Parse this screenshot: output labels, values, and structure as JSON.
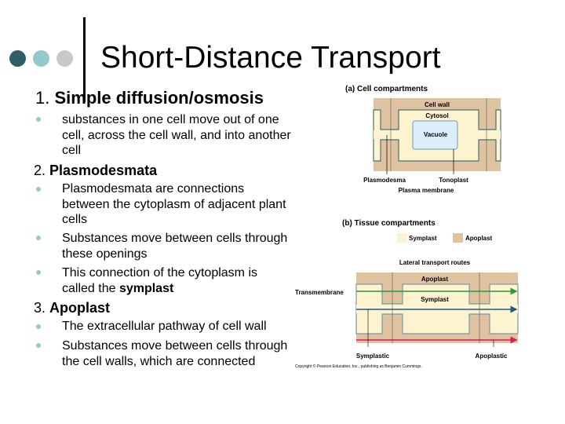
{
  "title": "Short-Distance Transport",
  "colors": {
    "dot1": "#2e5f66",
    "dot2": "#93c9cc",
    "dot3": "#c8c8c8",
    "symplast": "#fdf3cf",
    "apoplast": "#dfc3a1",
    "transmembrane": "#2a9a3a",
    "symplastic": "#1e5a8a",
    "apoplastic": "#d81b5a"
  },
  "sections": [
    {
      "num": "1.",
      "heading": "Simple diffusion/osmosis",
      "bullets": [
        "substances in one cell move out of one cell, across the cell wall, and into another cell"
      ]
    },
    {
      "num": "2.",
      "heading": "Plasmodesmata",
      "bullets": [
        "Plasmodesmata are connections between the cytoplasm of adjacent plant cells",
        "Substances move between cells through these openings"
      ],
      "last_bullet_prefix": "This connection of the cytoplasm is called the ",
      "last_bullet_bold": "symplast"
    },
    {
      "num": "3.",
      "heading": "Apoplast",
      "bullets": [
        "The extracellular pathway of cell wall",
        "Substances move between cells through the cell walls, which are connected"
      ]
    }
  ],
  "figure": {
    "a": {
      "title": "(a) Cell compartments",
      "cell_wall": "Cell wall",
      "cytosol": "Cytosol",
      "vacuole": "Vacuole",
      "plasmodesma": "Plasmodesma",
      "tonoplast": "Tonoplast",
      "plasma_membrane": "Plasma membrane"
    },
    "b": {
      "title": "(b) Tissue  compartments",
      "legend_symplast": "Symplast",
      "legend_apoplast": "Apoplast",
      "routes": "Lateral transport routes",
      "apoplast": "Apoplast",
      "symplast": "Symplast",
      "transmembrane": "Transmembrane",
      "symplastic": "Symplastic",
      "apoplastic": "Apoplastic"
    },
    "copyright": "Copyright © Pearson Education, Inc., publishing as Benjamin Cummings."
  }
}
